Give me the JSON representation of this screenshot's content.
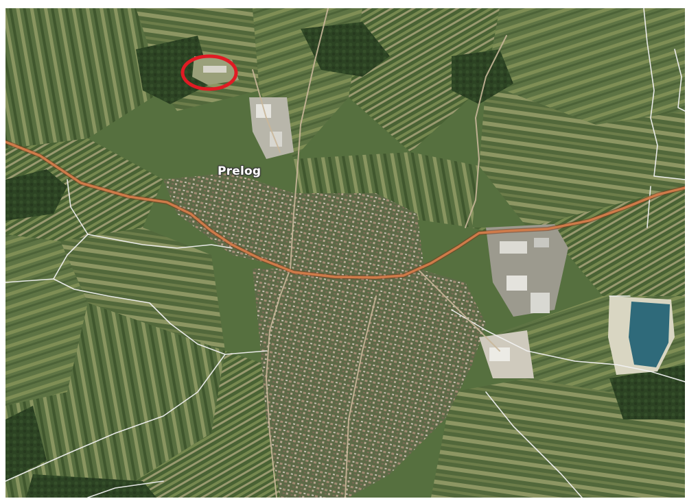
{
  "map": {
    "kind": "satellite",
    "place_label": "Prelog",
    "marker": {
      "shape": "circle",
      "color": "#e01b24"
    },
    "colors": {
      "main_road": "#c9794a",
      "boundary": "#f4f4f4",
      "water": "#2f6a7a",
      "field_dark": "#3f5a2e",
      "field_light": "#8a9a5c"
    }
  }
}
